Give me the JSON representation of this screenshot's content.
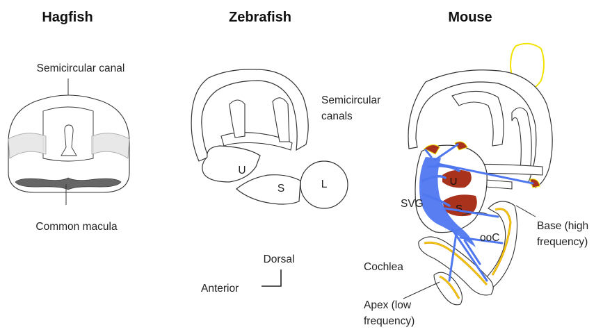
{
  "titles": {
    "hagfish": "Hagfish",
    "zebrafish": "Zebrafish",
    "mouse": "Mouse"
  },
  "hagfish": {
    "semicircular_canal": "Semicircular canal",
    "common_macula": "Common macula"
  },
  "zebrafish": {
    "semicircular_canals_line1": "Semicircular",
    "semicircular_canals_line2": "canals",
    "utricle": "U",
    "saccule": "S",
    "lagena": "L",
    "dorsal": "Dorsal",
    "anterior": "Anterior"
  },
  "mouse": {
    "utricle": "U",
    "saccule": "S",
    "svg": "SVG",
    "ooc": "ooC",
    "cochlea": "Cochlea",
    "base_line1": "Base (high",
    "base_line2": "frequency)",
    "apex_line1": "Apex (low",
    "apex_line2": "frequency)"
  },
  "colors": {
    "outline": "#333333",
    "macula_dark": "#666666",
    "canal_gray": "#e6e6e6",
    "sensory_brown": "#a8321c",
    "neuron_blue": "#4f77f0",
    "endolymph_yellow": "#f2e200",
    "cochlea_orange": "#e6a117"
  }
}
